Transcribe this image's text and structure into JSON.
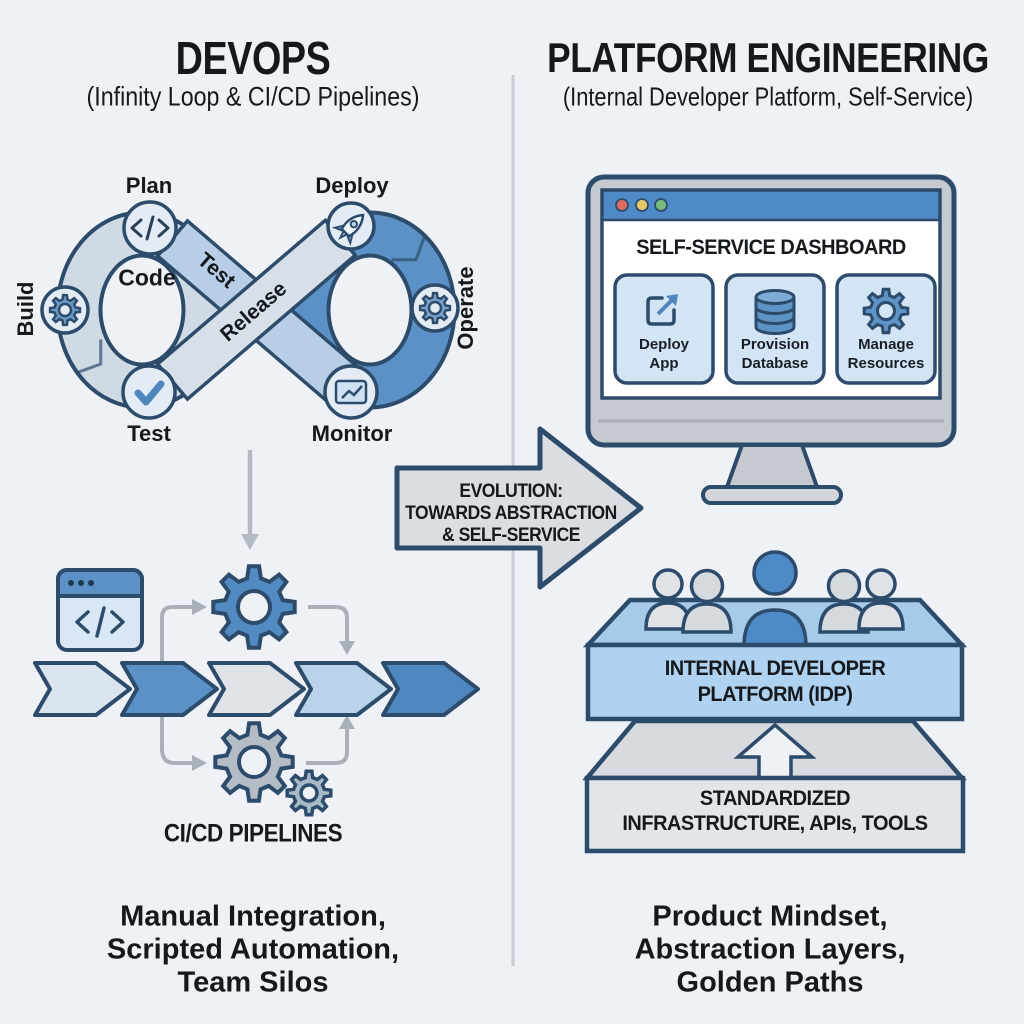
{
  "colors": {
    "background": "#eef1f5",
    "outline_navy": "#2d4b6b",
    "primary_blue": "#5b91c6",
    "accent_blue": "#4e86bd",
    "light_blue": "#b9d3ea",
    "panel_gray": "#d9dde2",
    "traffic_red": "#dd6b63",
    "traffic_yellow": "#e8c76c",
    "traffic_green": "#77ba7e"
  },
  "left": {
    "title": "DEVOPS",
    "subtitle": "(Infinity Loop & CI/CD Pipelines)",
    "loop": {
      "plan": "Plan",
      "code": "Code",
      "build": "Build",
      "test": "Test",
      "deploy": "Deploy",
      "operate": "Operate",
      "monitor": "Monitor",
      "band_test": "Test",
      "band_release": "Release",
      "badge_icons": [
        "code-icon",
        "gear-icon",
        "check-icon",
        "rocket-icon",
        "gear-icon",
        "chart-icon"
      ]
    },
    "pipeline": {
      "label": "CI/CD PIPELINES",
      "icons": [
        "code-window-icon",
        "gear-icon",
        "gear-icon",
        "gear-icon"
      ],
      "arrow_count": 5
    },
    "footer": [
      "Manual Integration,",
      "Scripted Automation,",
      "Team Silos"
    ]
  },
  "evolution": {
    "line1": "EVOLUTION:",
    "line2": "TOWARDS ABSTRACTION",
    "line3": "& SELF-SERVICE"
  },
  "right": {
    "title": "PLATFORM ENGINEERING",
    "subtitle": "(Internal Developer Platform, Self-Service)",
    "dashboard": {
      "title": "SELF-SERVICE DASHBOARD",
      "cards": [
        {
          "line1": "Deploy",
          "line2": "App",
          "icon": "deploy-app-icon"
        },
        {
          "line1": "Provision",
          "line2": "Database",
          "icon": "database-icon"
        },
        {
          "line1": "Manage",
          "line2": "Resources",
          "icon": "gear-icon"
        }
      ]
    },
    "idp": {
      "line1": "INTERNAL DEVELOPER",
      "line2": "PLATFORM (IDP)"
    },
    "infra": {
      "line1": "STANDARDIZED",
      "line2": "INFRASTRUCTURE, APIs, TOOLS"
    },
    "footer": [
      "Product Mindset,",
      "Abstraction Layers,",
      "Golden Paths"
    ]
  }
}
